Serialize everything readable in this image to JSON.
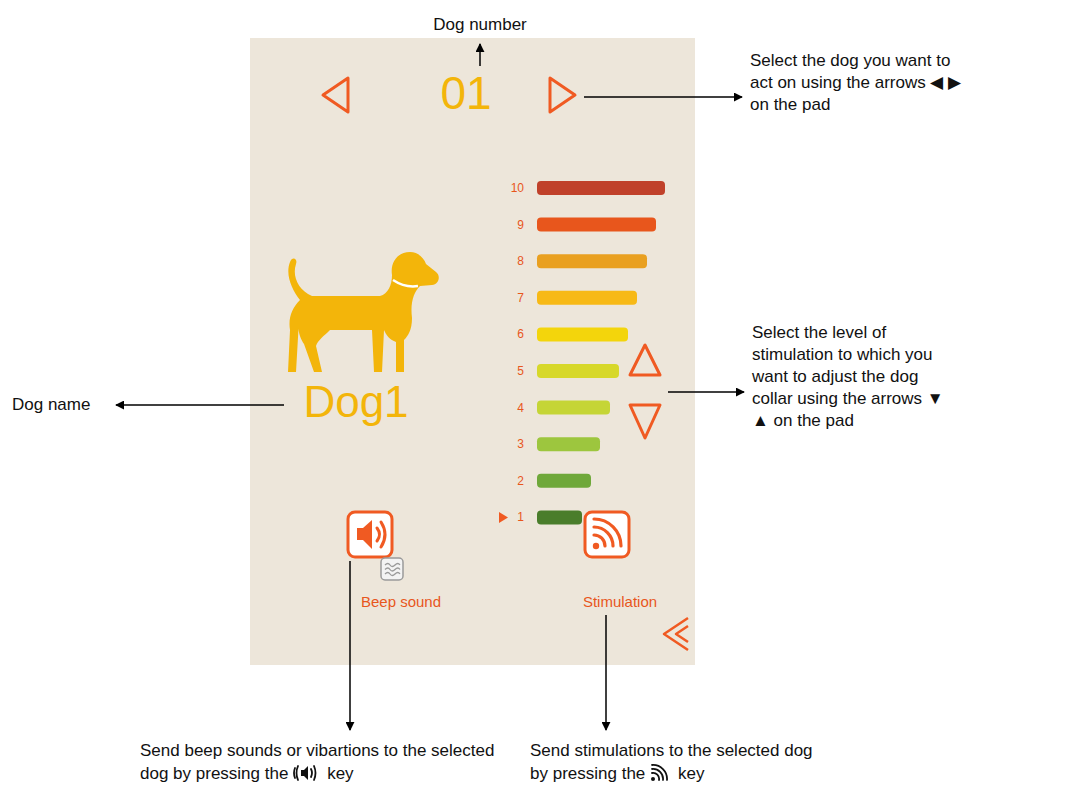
{
  "diagram": {
    "nodes": [
      {
        "text": [
          "01",
          "10",
          "9",
          "8",
          "7",
          "6",
          "5",
          "4",
          "3",
          "2",
          "1",
          "Dog1",
          "Beep sound",
          "Stimulation"
        ]
      }
    ],
    "labels": [
      "Dog number",
      "Select the dog you want to act on using the arrows ◀ ▶ on the pad",
      "Dog name",
      "Select the level of stimulation to which you want to adjust the dog collar using the arrows ▼ ▲ on the pad",
      "Send beep sounds or vibartions to the selected dog by pressing the",
      "key",
      "Send stimulations to the selected dog by pressing the",
      "key"
    ]
  }
}
